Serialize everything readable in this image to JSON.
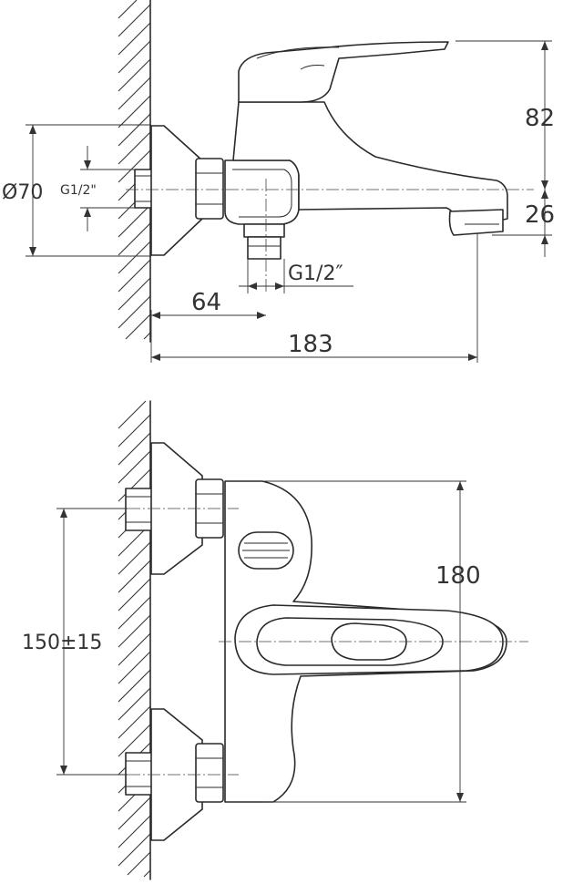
{
  "labels": {
    "diameter": "Ø70",
    "thread_inlet": "G1/2\"",
    "height_top": "82",
    "spout_drop": "26",
    "thread_outlet": "G1/2″",
    "depth_inlet": "64",
    "depth_total": "183",
    "width_body": "180",
    "inlet_spacing": "150±15"
  },
  "colors": {
    "line": "#2a2a2a",
    "background": "#ffffff"
  }
}
